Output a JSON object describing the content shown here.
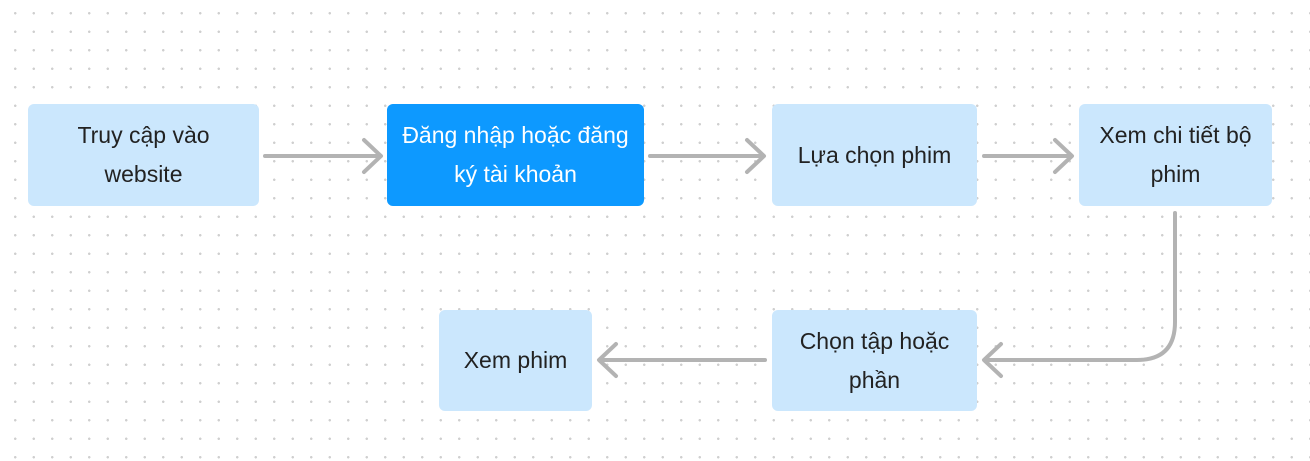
{
  "colors": {
    "node_fill": "#cbe7fd",
    "node_highlight_fill": "#0d99ff",
    "connector": "#b3b3b3",
    "grid_dot": "#cfcfcf"
  },
  "nodes": [
    {
      "id": "access",
      "label": "Truy cập vào website"
    },
    {
      "id": "login",
      "label": "Đăng nhập hoặc đăng ký tài khoản",
      "highlight": true
    },
    {
      "id": "select",
      "label": "Lựa chọn phim"
    },
    {
      "id": "details",
      "label": "Xem chi tiết bộ phim"
    },
    {
      "id": "episode",
      "label": "Chọn tập hoặc phần"
    },
    {
      "id": "watch",
      "label": "Xem phim"
    }
  ],
  "edges": [
    {
      "from": "access",
      "to": "login"
    },
    {
      "from": "login",
      "to": "select"
    },
    {
      "from": "select",
      "to": "details"
    },
    {
      "from": "details",
      "to": "episode"
    },
    {
      "from": "episode",
      "to": "watch"
    }
  ]
}
